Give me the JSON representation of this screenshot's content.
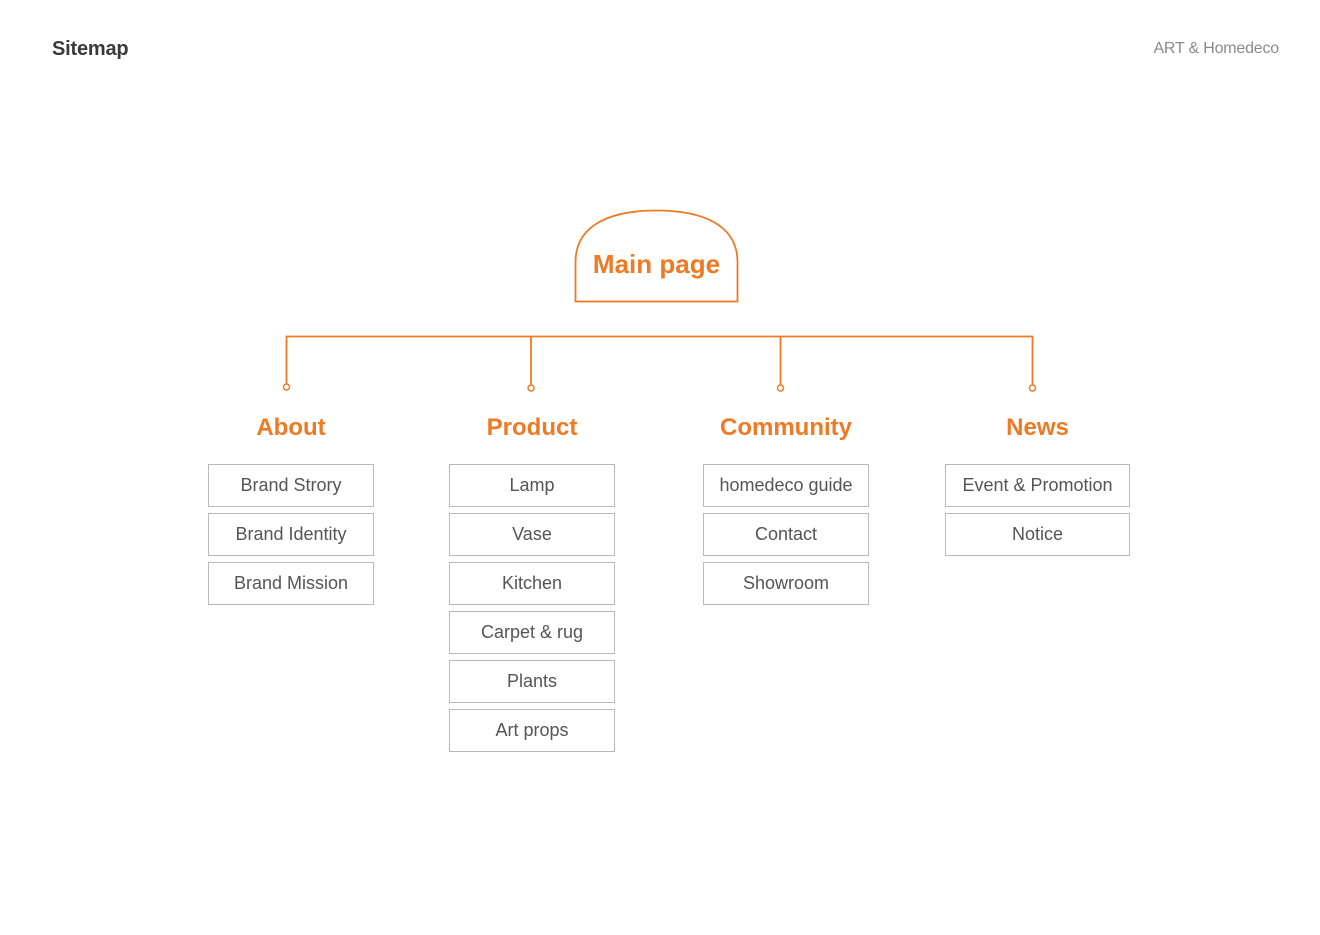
{
  "header": {
    "title": "Sitemap",
    "brand": "ART & Homedeco"
  },
  "colors": {
    "accent": "#ee7a23",
    "box_border": "#b9b9b9",
    "item_text": "#555555",
    "title_text": "#3a3a3a",
    "brand_text": "#8a8a8a"
  },
  "main_node": {
    "label": "Main page"
  },
  "sections": [
    {
      "label": "About",
      "items": [
        "Brand Strory",
        "Brand Identity",
        "Brand Mission"
      ]
    },
    {
      "label": "Product",
      "items": [
        "Lamp",
        "Vase",
        "Kitchen",
        "Carpet & rug",
        "Plants",
        "Art props"
      ]
    },
    {
      "label": "Community",
      "items": [
        "homedeco guide",
        "Contact",
        "Showroom"
      ]
    },
    {
      "label": "News",
      "items": [
        "Event & Promotion",
        "Notice"
      ]
    }
  ]
}
